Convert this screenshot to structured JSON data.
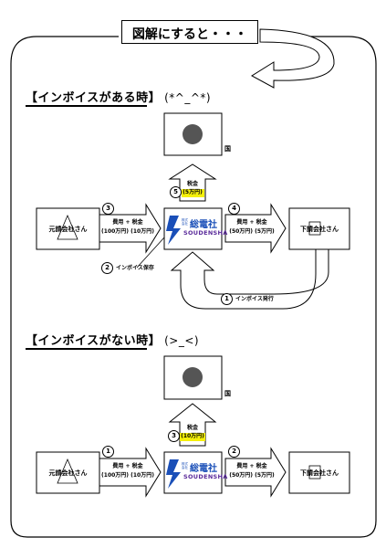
{
  "header": {
    "title": "図解にすると・・・"
  },
  "section_with": {
    "title": "【インボイスがある時】",
    "face": "(*^_^*)",
    "government_label": "国",
    "client_label": "元請会社さん",
    "sub_label": "下請会社さん",
    "company_logo_kanji": "総電社",
    "company_logo_kabu": "株式会社",
    "company_logo_roman": "SOUDENSHA",
    "arrow3": {
      "num": "3",
      "line1": "費用 + 税金",
      "line2": "(100万円)  (10万円)"
    },
    "arrow4": {
      "num": "4",
      "line1": "費用 + 税金",
      "line2": "(50万円)  (5万円)"
    },
    "arrow5": {
      "num": "5",
      "line1": "税金",
      "line2": "(5万円)"
    },
    "step1": {
      "num": "1",
      "label": "インボイス発行"
    },
    "step2": {
      "num": "2",
      "label": "インボイス保存"
    }
  },
  "section_without": {
    "title": "【インボイスがない時】",
    "face": "(>_<)",
    "government_label": "国",
    "client_label": "元請会社さん",
    "sub_label": "下請会社さん",
    "company_logo_kanji": "総電社",
    "company_logo_kabu": "株式会社",
    "company_logo_roman": "SOUDENSHA",
    "arrow1": {
      "num": "1",
      "line1": "費用 + 税金",
      "line2": "(100万円)  (10万円)"
    },
    "arrow2": {
      "num": "2",
      "line1": "費用 + 税金",
      "line2": "(50万円)  (5万円)"
    },
    "arrow3": {
      "num": "3",
      "line1": "税金",
      "line2": "(10万円)"
    }
  },
  "colors": {
    "highlight": "#f5f00a",
    "flag_circle": "#555555",
    "logo_blue": "#1a4fb8",
    "logo_purple": "#5a2a9a"
  }
}
